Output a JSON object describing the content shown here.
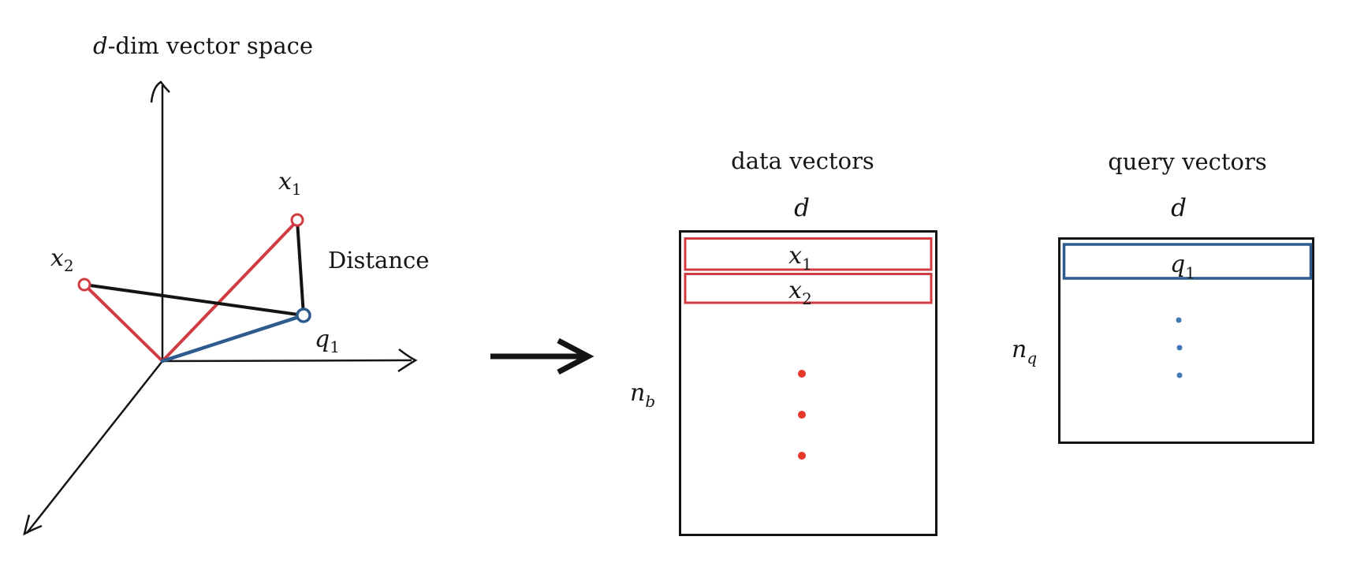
{
  "colors": {
    "red": "#d13b42",
    "red_dot": "#e8392e",
    "blue": "#2d5b8e",
    "blue_dot": "#4079b6",
    "ink": "#141414"
  },
  "vector_space": {
    "title_var": "d",
    "title_rest": "-dim vector space",
    "distance_label": "Distance",
    "points": {
      "x1": {
        "base": "x",
        "sub": "1"
      },
      "x2": {
        "base": "x",
        "sub": "2"
      },
      "q1": {
        "base": "q",
        "sub": "1"
      }
    }
  },
  "data_matrix": {
    "title": "data vectors",
    "dim_label": "d",
    "count_label": {
      "base": "n",
      "sub": "b"
    },
    "rows": [
      {
        "base": "x",
        "sub": "1"
      },
      {
        "base": "x",
        "sub": "2"
      }
    ]
  },
  "query_matrix": {
    "title": "query vectors",
    "dim_label": "d",
    "count_label": {
      "base": "n",
      "sub": "q"
    },
    "rows": [
      {
        "base": "q",
        "sub": "1"
      }
    ]
  }
}
